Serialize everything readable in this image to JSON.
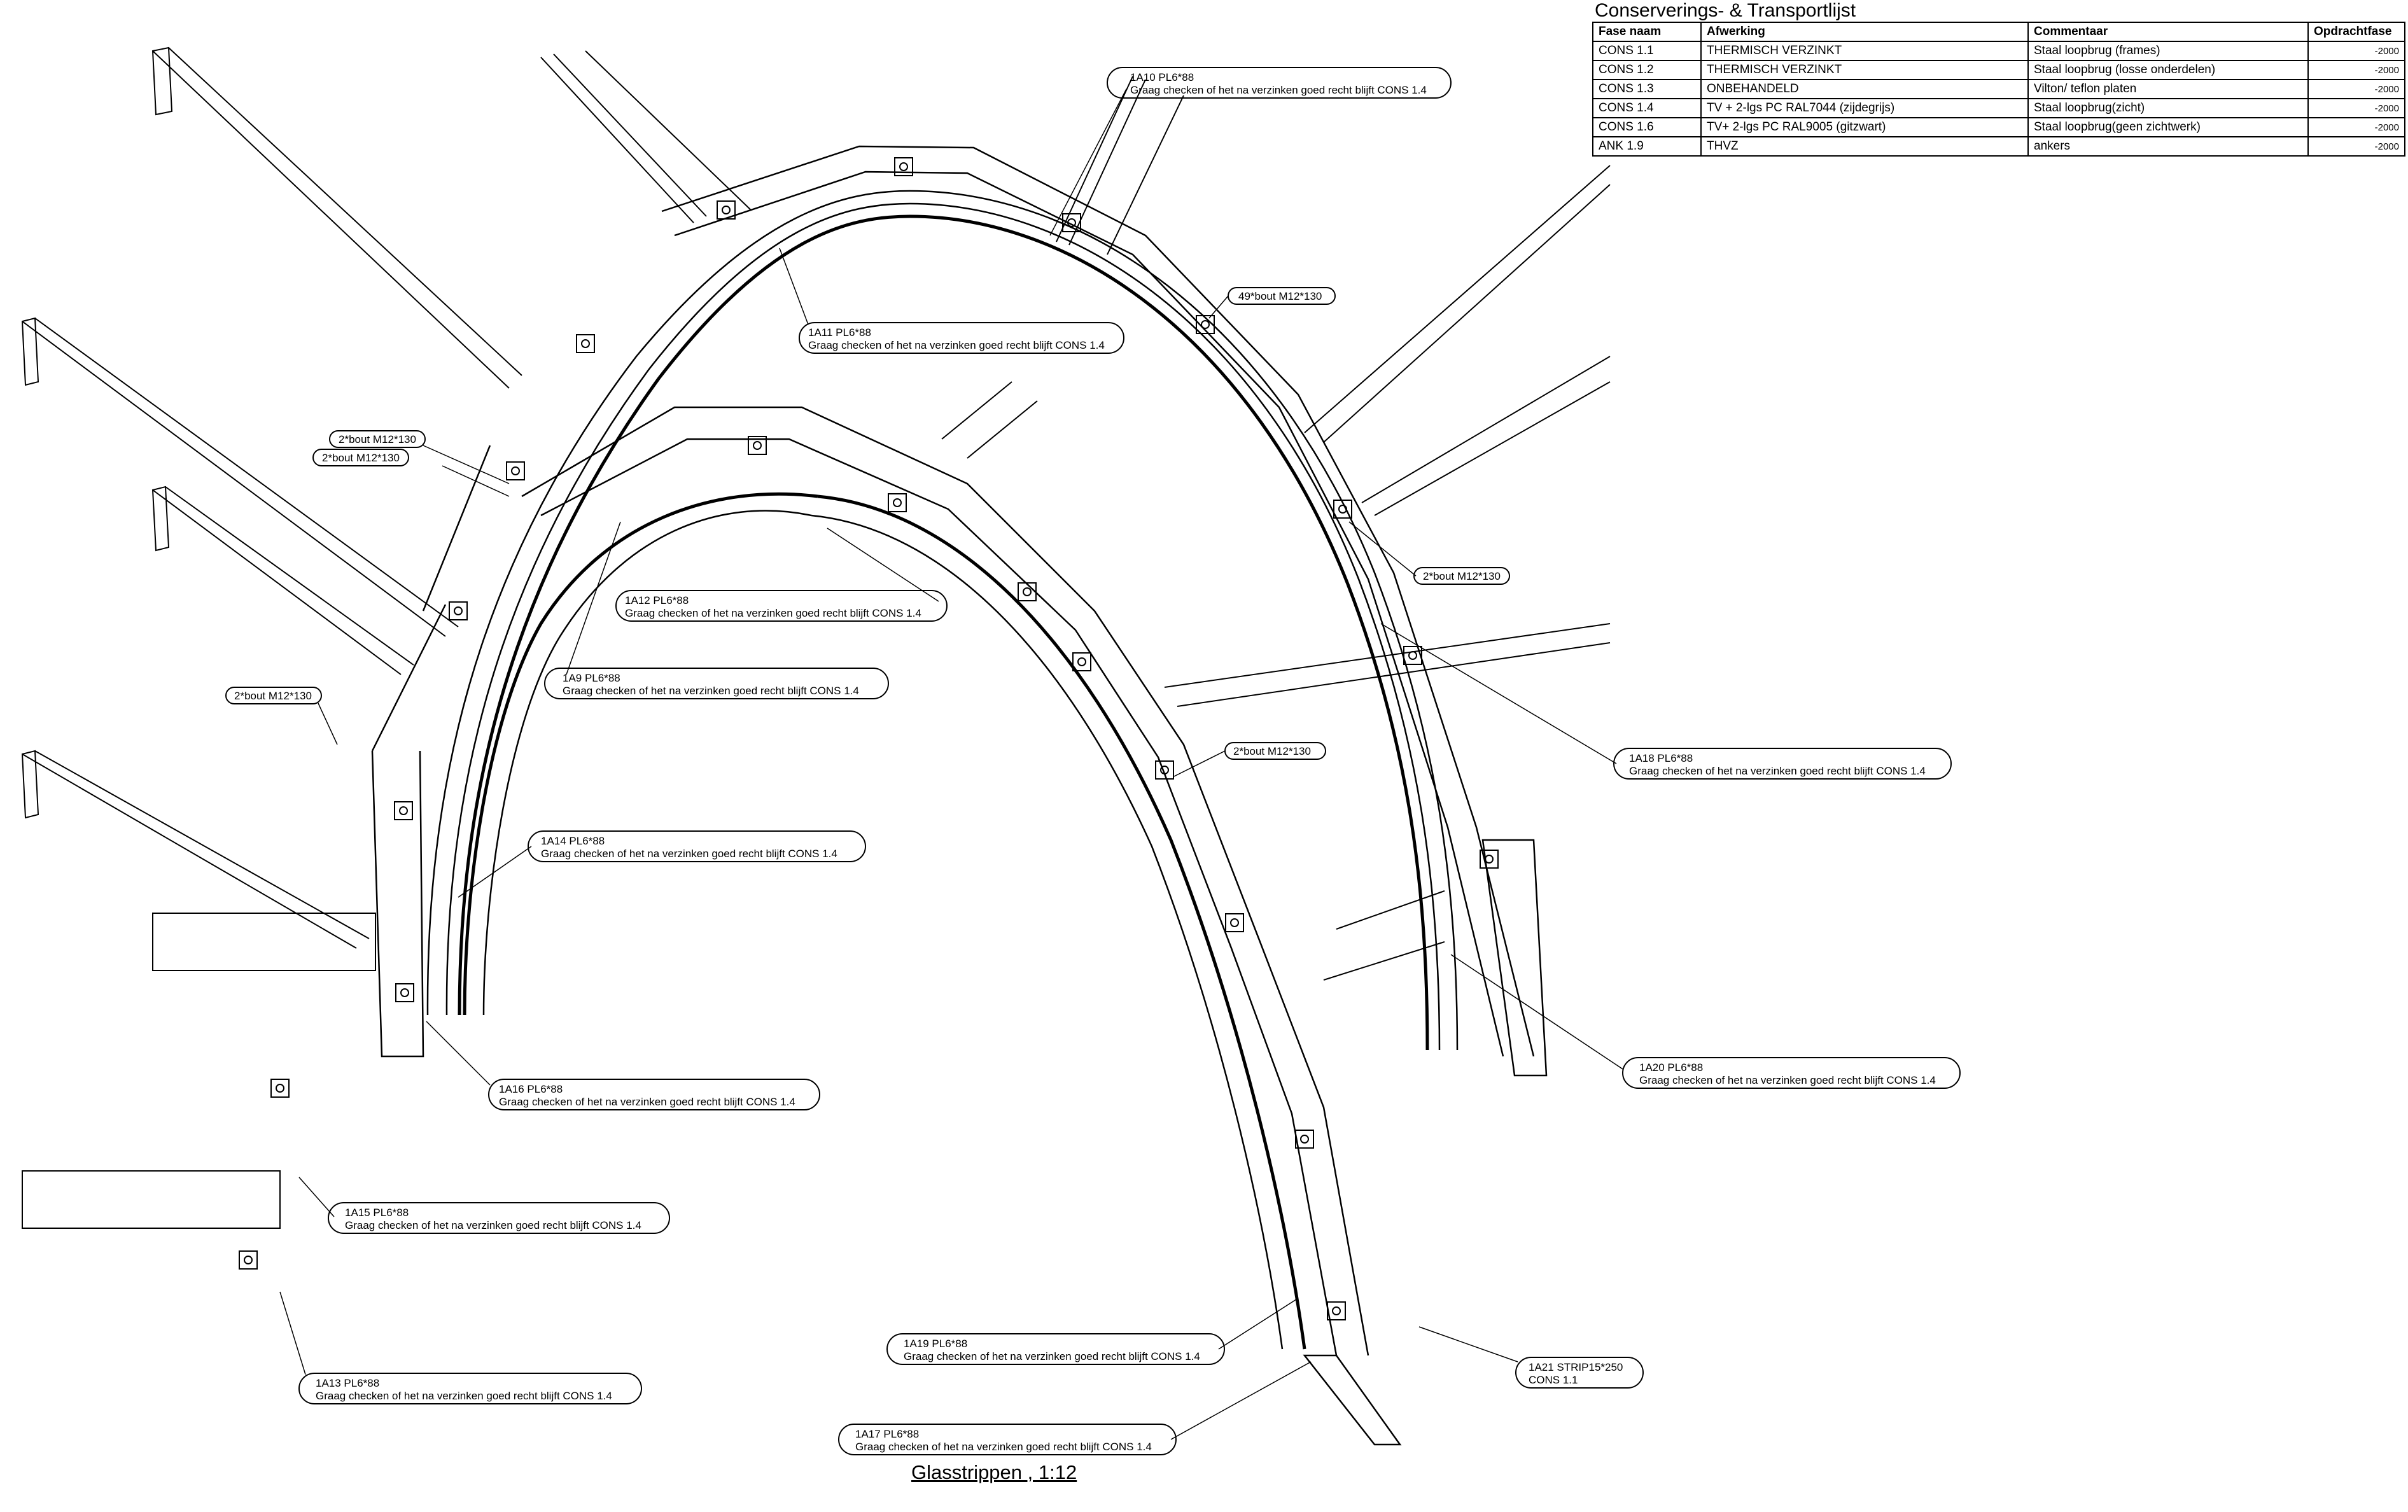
{
  "table": {
    "title": "Conserverings- & Transportlijst",
    "headers": [
      "Fase naam",
      "Afwerking",
      "Commentaar",
      "Opdrachtfase"
    ],
    "rows": [
      [
        "CONS 1.1",
        "THERMISCH VERZINKT",
        "Staal loopbrug (frames)",
        "-2000"
      ],
      [
        "CONS 1.2",
        "THERMISCH VERZINKT",
        "Staal loopbrug (losse onderdelen)",
        "-2000"
      ],
      [
        "CONS 1.3",
        "ONBEHANDELD",
        "Vilton/ teflon platen",
        "-2000"
      ],
      [
        "CONS 1.4",
        "TV + 2-lgs PC RAL7044 (zijdegrijs)",
        "Staal loopbrug(zicht)",
        "-2000"
      ],
      [
        "CONS 1.6",
        "TV+ 2-lgs PC RAL9005 (gitzwart)",
        "Staal loopbrug(geen zichtwerk)",
        "-2000"
      ],
      [
        "ANK 1.9",
        "THVZ",
        "ankers",
        "-2000"
      ]
    ]
  },
  "callouts": [
    {
      "id": "1a10",
      "line1": "1A10 PL6*88",
      "line2": "Graag checken of het na verzinken goed recht blijft CONS 1.4"
    },
    {
      "id": "1a11",
      "line1": "1A11 PL6*88",
      "line2": "Graag checken of het na verzinken goed recht blijft CONS 1.4"
    },
    {
      "id": "bout-49",
      "line1": "49*bout M12*130",
      "line2": ""
    },
    {
      "id": "bout-a",
      "line1": "2*bout M12*130",
      "line2": ""
    },
    {
      "id": "bout-b",
      "line1": "2*bout M12*130",
      "line2": ""
    },
    {
      "id": "bout-c",
      "line1": "2*bout M12*130",
      "line2": ""
    },
    {
      "id": "1a12",
      "line1": "1A12 PL6*88",
      "line2": "Graag checken of het na verzinken goed recht blijft CONS 1.4"
    },
    {
      "id": "1a9",
      "line1": "1A9 PL6*88",
      "line2": "Graag checken of het na verzinken goed recht blijft CONS 1.4"
    },
    {
      "id": "bout-d",
      "line1": "2*bout M12*130",
      "line2": ""
    },
    {
      "id": "bout-e",
      "line1": "2*bout M12*130",
      "line2": ""
    },
    {
      "id": "1a18",
      "line1": "1A18 PL6*88",
      "line2": "Graag checken of het na verzinken goed recht blijft CONS 1.4"
    },
    {
      "id": "1a14",
      "line1": "1A14 PL6*88",
      "line2": "Graag checken of het na verzinken goed recht blijft CONS 1.4"
    },
    {
      "id": "1a16",
      "line1": "1A16 PL6*88",
      "line2": "Graag checken of het na verzinken goed recht blijft CONS 1.4"
    },
    {
      "id": "1a20",
      "line1": "1A20 PL6*88",
      "line2": "Graag checken of het na verzinken goed recht blijft CONS 1.4"
    },
    {
      "id": "1a15",
      "line1": "1A15 PL6*88",
      "line2": "Graag checken of het na verzinken goed recht blijft CONS 1.4"
    },
    {
      "id": "1a19",
      "line1": "1A19 PL6*88",
      "line2": "Graag checken of het na verzinken goed recht blijft CONS 1.4"
    },
    {
      "id": "1a21",
      "line1": "1A21 STRIP15*250",
      "line2": "CONS 1.1"
    },
    {
      "id": "1a13",
      "line1": "1A13 PL6*88",
      "line2": "Graag checken of het na verzinken goed recht blijft CONS 1.4"
    },
    {
      "id": "1a17",
      "line1": "1A17 PL6*88",
      "line2": "Graag checken of het na verzinken goed recht blijft CONS 1.4"
    }
  ],
  "caption": "Glasstrippen , 1:12"
}
